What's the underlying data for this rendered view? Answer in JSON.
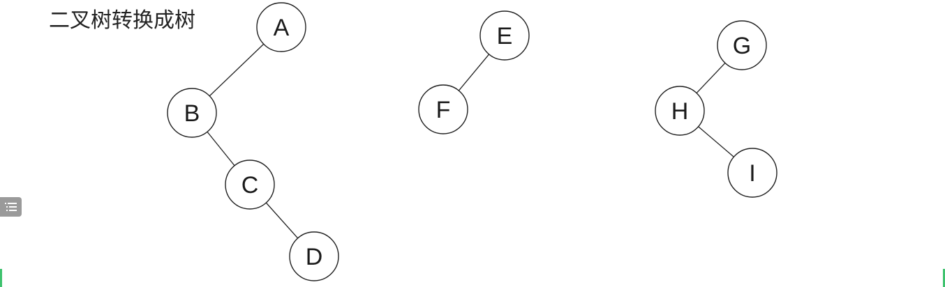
{
  "title": "二叉树转换成树",
  "colors": {
    "accent": "#3ec26e",
    "toc_button": "#9a9a9a"
  },
  "icons": {
    "toc": "list-icon"
  },
  "nodes": [
    {
      "id": "A",
      "label": "A"
    },
    {
      "id": "B",
      "label": "B"
    },
    {
      "id": "C",
      "label": "C"
    },
    {
      "id": "D",
      "label": "D"
    },
    {
      "id": "E",
      "label": "E"
    },
    {
      "id": "F",
      "label": "F"
    },
    {
      "id": "G",
      "label": "G"
    },
    {
      "id": "H",
      "label": "H"
    },
    {
      "id": "I",
      "label": "I"
    }
  ],
  "edges": [
    {
      "from": "A",
      "to": "B"
    },
    {
      "from": "B",
      "to": "C"
    },
    {
      "from": "C",
      "to": "D"
    },
    {
      "from": "E",
      "to": "F"
    },
    {
      "from": "G",
      "to": "H"
    },
    {
      "from": "H",
      "to": "I"
    }
  ]
}
